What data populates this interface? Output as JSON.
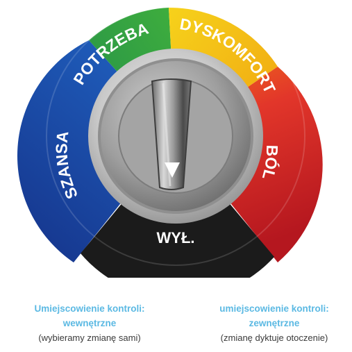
{
  "dial": {
    "segments": [
      {
        "label": "SZANSA",
        "color": "#1f54a9"
      },
      {
        "label": "POTRZEBA",
        "color": "#2f9a3f"
      },
      {
        "label": "DYSKOMFORT",
        "color": "#f2bf16"
      },
      {
        "label": "BÓL",
        "color": "#e0352a"
      }
    ],
    "off_label": "WYŁ.",
    "off_color": "#1a1a1a"
  },
  "captions": {
    "left": {
      "heading": "Umiejscowienie kontroli:",
      "sub": "wewnętrzne",
      "note": "(wybieramy zmianę sami)"
    },
    "right": {
      "heading": "umiejscowienie kontroli:",
      "sub": "zewnętrzne",
      "note": "(zmianę dyktuje otoczenie)"
    }
  }
}
